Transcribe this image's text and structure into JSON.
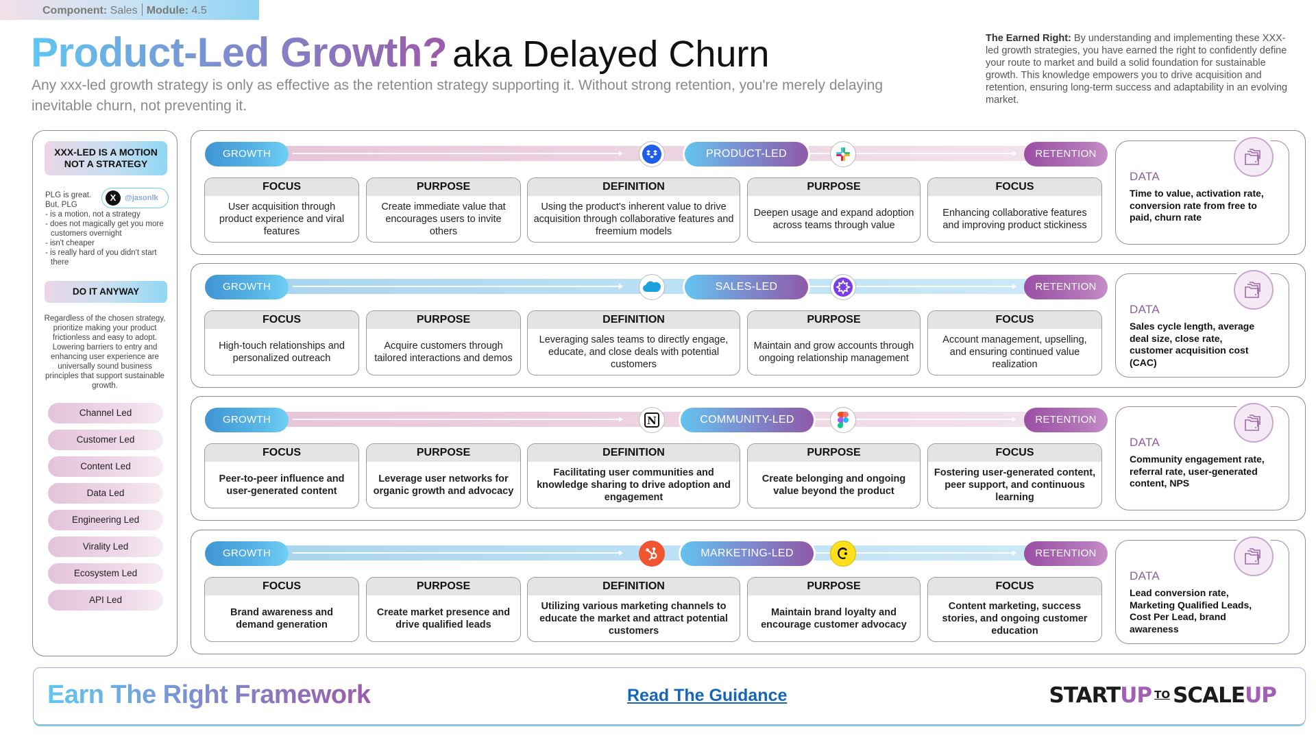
{
  "top_tag": {
    "component_label": "Component:",
    "component_value": "Sales",
    "module_label": "Module:",
    "module_value": "4.5"
  },
  "header": {
    "title": "Product-Led Growth?",
    "title_suffix": "aka Delayed Churn",
    "subtitle": "Any xxx-led growth strategy is only as effective as the retention strategy supporting it. Without strong retention, you're merely delaying inevitable churn, not preventing it."
  },
  "earned_right": {
    "label": "The Earned Right:",
    "text": "By understanding and implementing these XXX-led growth strategies, you have earned the right to confidently define your route to market and build a solid foundation for sustainable growth. This knowledge empowers you to drive acquisition and retention, ensuring long-term success and adaptability in an evolving market."
  },
  "sidebar": {
    "heading": "XXX-LED IS A MOTION NOT A STRATEGY",
    "plg_intro_1": "PLG is great.",
    "plg_intro_2": "But, PLG",
    "x_handle": "@jasonlk",
    "x_icon": "X",
    "bullets": [
      "- is a motion, not a strategy",
      "- does not magically get you more customers overnight",
      "- isn't cheaper",
      "- is really hard of you didn't start  there"
    ],
    "heading2": "DO IT ANYWAY",
    "anyway_text": "Regardless of the chosen strategy, prioritize making your product frictionless and easy to adopt. Lowering barriers to entry and enhancing user experience are universally sound business principles that support sustainable growth.",
    "led_items": [
      "Channel Led",
      "Customer Led",
      "Content Led",
      "Data Led",
      "Engineering Led",
      "Virality Led",
      "Ecosystem Led",
      "API Led"
    ]
  },
  "rows": [
    {
      "growth_label": "GROWTH",
      "mid_label": "PRODUCT-LED",
      "retention_label": "RETENTION",
      "left_logo": "dropbox-logo",
      "right_logo": "slack-logo",
      "cards": [
        {
          "head": "FOCUS",
          "body": "User acquisition through product experience and viral features"
        },
        {
          "head": "PURPOSE",
          "body": "Create immediate value that encourages users to invite others"
        },
        {
          "head": "DEFINITION",
          "body": "Using the product's inherent value to drive acquisition through collaborative features and freemium models"
        },
        {
          "head": "PURPOSE",
          "body": "Deepen usage and expand adoption across teams through value"
        },
        {
          "head": "FOCUS",
          "body": "Enhancing collaborative features and improving product stickiness"
        }
      ],
      "data_title": "DATA",
      "data_text": "Time to value, activation rate, conversion rate from free to paid, churn rate"
    },
    {
      "growth_label": "GROWTH",
      "mid_label": "SALES-LED",
      "retention_label": "RETENTION",
      "left_logo": "salesforce-logo",
      "right_logo": "gong-logo",
      "cards": [
        {
          "head": "FOCUS",
          "body": "High-touch relationships and personalized outreach"
        },
        {
          "head": "PURPOSE",
          "body": "Acquire customers through tailored interactions and demos"
        },
        {
          "head": "DEFINITION",
          "body": "Leveraging sales teams to directly engage, educate, and close deals with potential customers"
        },
        {
          "head": "PURPOSE",
          "body": "Maintain and grow accounts through ongoing relationship management"
        },
        {
          "head": "FOCUS",
          "body": "Account management, upselling, and ensuring continued value realization"
        }
      ],
      "data_title": "DATA",
      "data_text": "Sales cycle length, average deal size, close rate, customer acquisition cost (CAC)"
    },
    {
      "growth_label": "GROWTH",
      "mid_label": "COMMUNITY-LED",
      "retention_label": "RETENTION",
      "left_logo": "notion-logo",
      "right_logo": "figma-logo",
      "cards": [
        {
          "head": "FOCUS",
          "body": "Peer-to-peer influence and user-generated content"
        },
        {
          "head": "PURPOSE",
          "body": "Leverage user networks for organic growth and advocacy"
        },
        {
          "head": "DEFINITION",
          "body": "Facilitating user communities and knowledge sharing to drive adoption and engagement"
        },
        {
          "head": "PURPOSE",
          "body": "Create belonging and ongoing value beyond the product"
        },
        {
          "head": "FOCUS",
          "body": "Fostering user-generated content, peer support, and continuous learning"
        }
      ],
      "data_title": "DATA",
      "data_text": "Community engagement rate, referral rate, user-generated content, NPS"
    },
    {
      "growth_label": "GROWTH",
      "mid_label": "MARKETING-LED",
      "retention_label": "RETENTION",
      "left_logo": "hubspot-logo",
      "right_logo": "mailchimp-logo",
      "cards": [
        {
          "head": "FOCUS",
          "body": "Brand awareness and demand generation"
        },
        {
          "head": "PURPOSE",
          "body": "Create market presence and drive qualified leads"
        },
        {
          "head": "DEFINITION",
          "body": "Utilizing various marketing channels to educate the market and attract potential customers"
        },
        {
          "head": "PURPOSE",
          "body": "Maintain brand loyalty and encourage customer advocacy"
        },
        {
          "head": "FOCUS",
          "body": "Content marketing, success stories, and ongoing customer education"
        }
      ],
      "data_title": "DATA",
      "data_text": "Lead conversion rate, Marketing Qualified Leads, Cost Per Lead, brand awareness"
    }
  ],
  "footer": {
    "title": "Earn The Right Framework",
    "link": "Read The Guidance",
    "brand_part1": "START",
    "brand_part2": "UP",
    "brand_to": "TO",
    "brand_part3": "SCALE",
    "brand_part4": "UP"
  },
  "colors": {
    "accent_blue": "#5ec8f2",
    "accent_purple": "#9b5aa9",
    "link": "#1565b8"
  }
}
